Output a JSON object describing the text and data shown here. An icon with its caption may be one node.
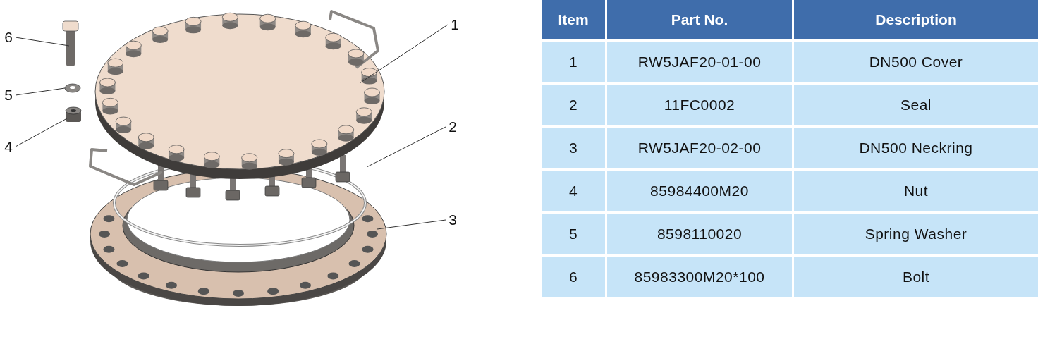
{
  "diagram": {
    "nodes": [
      {
        "text": [
          "6"
        ]
      },
      {
        "text": [
          "5"
        ]
      },
      {
        "text": [
          "4"
        ]
      },
      {
        "text": [
          "1"
        ]
      },
      {
        "text": [
          "2"
        ]
      },
      {
        "text": [
          "3"
        ]
      }
    ],
    "edges": [
      {
        "from": 0,
        "to": null,
        "arrow": "none"
      },
      {
        "from": 1,
        "to": null,
        "arrow": "none"
      },
      {
        "from": 2,
        "to": null,
        "arrow": "none"
      },
      {
        "from": 3,
        "to": null,
        "arrow": "none"
      },
      {
        "from": 4,
        "to": null,
        "arrow": "none"
      },
      {
        "from": 5,
        "to": null,
        "arrow": "none"
      }
    ],
    "labels": [
      "Item",
      "Part No.",
      "Description",
      "1",
      "RW5JAF20-01-00",
      "DN500 Cover",
      "2",
      "11FC0002",
      "Seal",
      "3",
      "RW5JAF20-02-00",
      "DN500 Neckring",
      "4",
      "85984400M20",
      "Nut",
      "5",
      "8598110020",
      "Spring Washer",
      "6",
      "85983300M20*100",
      "Bolt"
    ]
  }
}
